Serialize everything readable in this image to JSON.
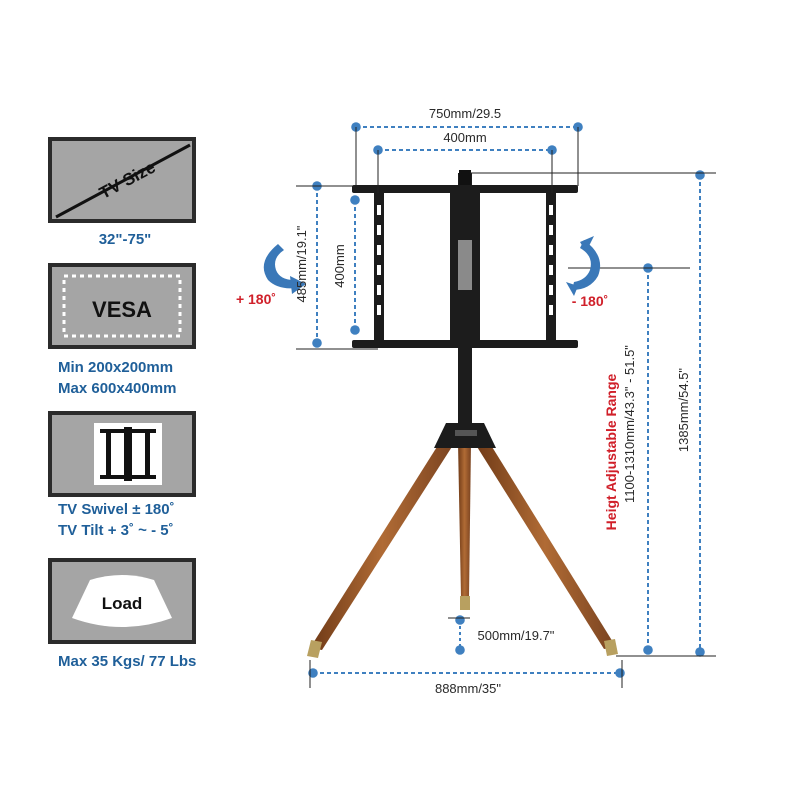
{
  "panels": {
    "tv_size": {
      "panel_text": "TV Size",
      "caption": "32\"-75\""
    },
    "vesa": {
      "panel_text": "VESA",
      "caption_lines": [
        "Min 200x200mm",
        "Max 600x400mm"
      ]
    },
    "swivel": {
      "caption_lines": [
        "TV Swivel ± 180˚",
        "TV Tilt + 3˚   ~ - 5˚"
      ]
    },
    "load": {
      "panel_text": "Load",
      "caption": "Max 35 Kgs/ 77 Lbs"
    }
  },
  "dimensions": {
    "top_width": "750mm/29.5",
    "inner_width": "400mm",
    "mount_height": "485mm/19.1\"",
    "inner_height": "400mm",
    "rotate_left": "+ 180˚",
    "rotate_right": "- 180˚",
    "height_range_title": "Heigt Adjustable Range",
    "height_range": "1100-1310mm/43.3\" - 51.5\"",
    "total_height": "1385mm/54.5\"",
    "leg_spread": "500mm/19.7\"",
    "base_width": "888mm/35\""
  },
  "colors": {
    "accent_blue": "#1f5f99",
    "dim_line": "#3f80c0",
    "highlight_red": "#d0202a",
    "wood": "#9c5a2a",
    "stand_black": "#1c1c1c"
  }
}
